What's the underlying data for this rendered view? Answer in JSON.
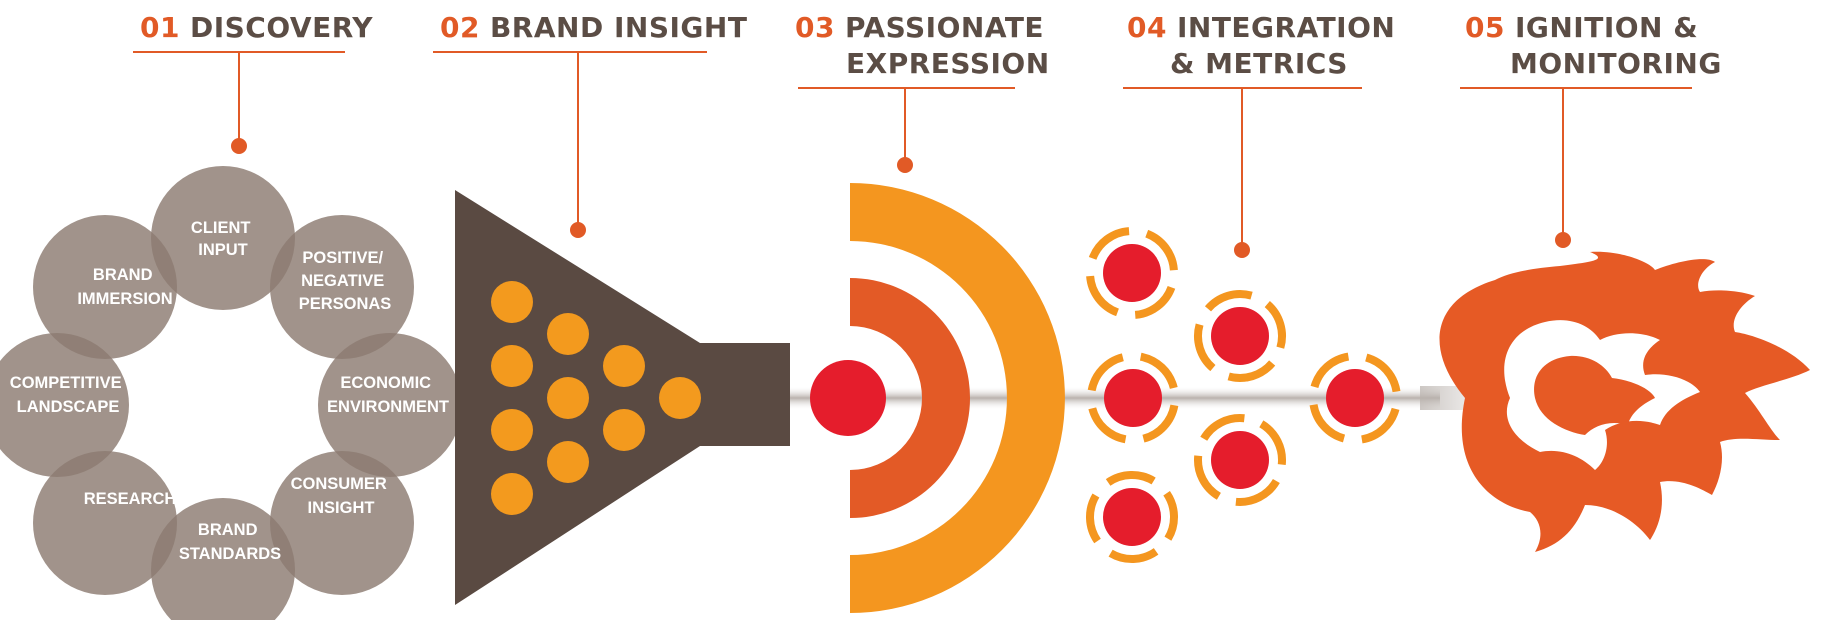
{
  "colors": {
    "accent_orange": "#e15a26",
    "title_brown": "#5b4d45",
    "petal_brown": "#8c7b72",
    "funnel_brown": "#5a4a42",
    "dot_orange": "#f39a1e",
    "core_red": "#e51d2c",
    "ring_orange": "#f4961f",
    "ring_dark_orange": "#e35a26",
    "flame_orange": "#e65a25",
    "beam_grey": "#b9b2ad"
  },
  "stages": [
    {
      "number": "01",
      "lines": [
        "DISCOVERY"
      ]
    },
    {
      "number": "02",
      "lines": [
        "BRAND INSIGHT"
      ]
    },
    {
      "number": "03",
      "lines": [
        "PASSIONATE",
        "EXPRESSION"
      ]
    },
    {
      "number": "04",
      "lines": [
        "INTEGRATION",
        "& METRICS"
      ]
    },
    {
      "number": "05",
      "lines": [
        "IGNITION &",
        "MONITORING"
      ]
    }
  ],
  "discovery_petals": [
    {
      "lines": [
        "CLIENT",
        "INPUT"
      ]
    },
    {
      "lines": [
        "POSITIVE/",
        "NEGATIVE",
        "PERSONAS"
      ]
    },
    {
      "lines": [
        "ECONOMIC",
        "ENVIRONMENT"
      ]
    },
    {
      "lines": [
        "CONSUMER",
        "INSIGHT"
      ]
    },
    {
      "lines": [
        "BRAND",
        "STANDARDS"
      ]
    },
    {
      "lines": [
        "RESEARCH"
      ]
    },
    {
      "lines": [
        "COMPETITIVE",
        "LANDSCAPE"
      ]
    },
    {
      "lines": [
        "BRAND",
        "IMMERSION"
      ]
    }
  ],
  "icons": {
    "petal_ring": "discovery-petal-ring-icon",
    "funnel": "funnel-icon",
    "signal_waves": "signal-waves-icon",
    "target_nodes": "target-node-icon",
    "flame": "flame-icon"
  }
}
